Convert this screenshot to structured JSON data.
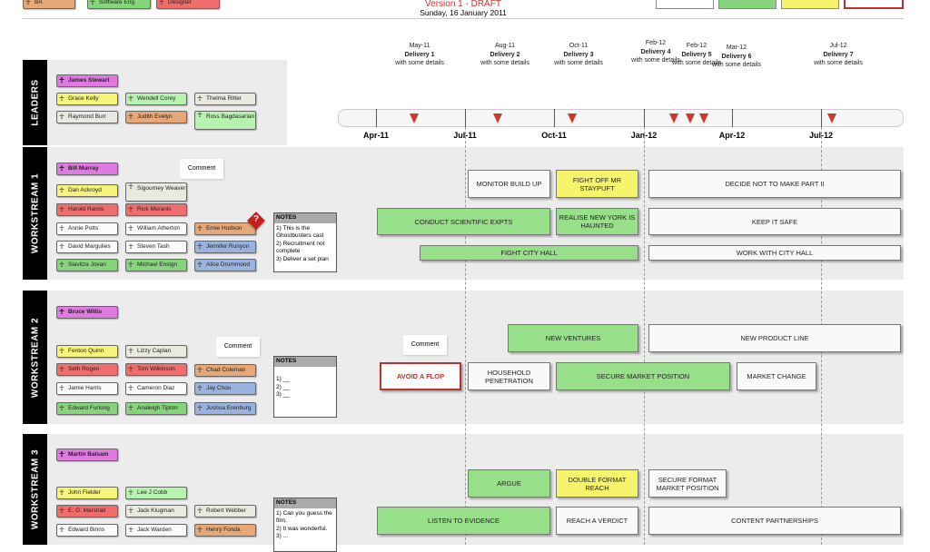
{
  "legend": [
    {
      "label": "BA",
      "color": "#e6a876"
    },
    {
      "label": "Software Eng",
      "color": "#86d47c"
    },
    {
      "label": "Designer",
      "color": "#ef6d6d"
    }
  ],
  "header": {
    "title": "Version 1 - DRAFT",
    "date": "Sunday, 16 January 2011"
  },
  "timeline": {
    "ticks": [
      "Apr-11",
      "Jul-11",
      "Oct-11",
      "Jan-12",
      "Apr-12",
      "Jul-12"
    ],
    "deliveries": [
      {
        "date": "May-11",
        "name": "Delivery 1",
        "detail": "with some details"
      },
      {
        "date": "Aug-11",
        "name": "Delivery 2",
        "detail": "with some details"
      },
      {
        "date": "Oct-11",
        "name": "Delivery 3",
        "detail": "with some details"
      },
      {
        "date": "Feb-12",
        "name": "Delivery 4",
        "detail": "with some details"
      },
      {
        "date": "Feb-12",
        "name": "Delivery 5",
        "detail": "with some details"
      },
      {
        "date": "Mar-12",
        "name": "Delivery 6",
        "detail": "with some details"
      },
      {
        "date": "Jul-12",
        "name": "Delivery 7",
        "detail": "with some details"
      }
    ]
  },
  "sections": [
    "LEADERS",
    "WORKSTREAM 1",
    "WORKSTREAM 2",
    "WORKSTREAM 3"
  ],
  "people": [
    {
      "name": "James Stewart",
      "role": "pink"
    },
    {
      "name": "Grace Kelly",
      "role": "yellow"
    },
    {
      "name": "Wendell Corey",
      "role": "lgreen"
    },
    {
      "name": "Thelma Ritter",
      "role": "grey"
    },
    {
      "name": "Raymond Burr",
      "role": "grey"
    },
    {
      "name": "Judith Evelyn",
      "role": "orange"
    },
    {
      "name": "Ross Bagdasarian",
      "role": "lgreen"
    },
    {
      "name": "Bill Murray",
      "role": "pink"
    },
    {
      "name": "Dan Ackroyd",
      "role": "yellow"
    },
    {
      "name": "Sigourney Weaver",
      "role": "grey"
    },
    {
      "name": "Harold Ramis",
      "role": "red"
    },
    {
      "name": "Rick Moranis",
      "role": "red"
    },
    {
      "name": "Annie Potts",
      "role": "white"
    },
    {
      "name": "William Atherton",
      "role": "white"
    },
    {
      "name": "Ernie Hudson",
      "role": "orange"
    },
    {
      "name": "David Margulies",
      "role": "white"
    },
    {
      "name": "Steven Tash",
      "role": "white"
    },
    {
      "name": "Jennifer Runyon",
      "role": "blue"
    },
    {
      "name": "Slavitza Jovan",
      "role": "green"
    },
    {
      "name": "Michael Ensign",
      "role": "green"
    },
    {
      "name": "Alice Drummond",
      "role": "blue"
    },
    {
      "name": "Bruce Willis",
      "role": "pink"
    },
    {
      "name": "Fenton Quinn",
      "role": "yellow"
    },
    {
      "name": "Lizzy Caplan",
      "role": "grey"
    },
    {
      "name": "Seth Rogen",
      "role": "red"
    },
    {
      "name": "Tom Wilkinson",
      "role": "red"
    },
    {
      "name": "Chad Coleman",
      "role": "orange"
    },
    {
      "name": "Jamie Harris",
      "role": "white"
    },
    {
      "name": "Cameron Diaz",
      "role": "white"
    },
    {
      "name": "Jay Chou",
      "role": "blue"
    },
    {
      "name": "Edward Furlong",
      "role": "green"
    },
    {
      "name": "Analeigh Tipton",
      "role": "green"
    },
    {
      "name": "Joshua Erenburg",
      "role": "blue"
    },
    {
      "name": "Martin Balsam",
      "role": "pink"
    },
    {
      "name": "John Fielder",
      "role": "yellow"
    },
    {
      "name": "Lee J Cobb",
      "role": "lgreen"
    },
    {
      "name": "E. G. Marshall",
      "role": "red"
    },
    {
      "name": "Jack Klugman",
      "role": "grey"
    },
    {
      "name": "Robert Webber",
      "role": "grey"
    },
    {
      "name": "Edward Binns",
      "role": "white"
    },
    {
      "name": "Jack Warden",
      "role": "white"
    },
    {
      "name": "Henry Fonda",
      "role": "orange"
    }
  ],
  "tasks": [
    {
      "label": "MONITOR BUILD UP",
      "style": "white"
    },
    {
      "label": "FIGHT OFF MR STAYPUFT",
      "style": "yellow"
    },
    {
      "label": "DECIDE NOT TO MAKE PART II",
      "style": "white"
    },
    {
      "label": "CONDUCT SCIENTIFIC EXPTS",
      "style": "green"
    },
    {
      "label": "REALISE NEW YORK IS HAUNTED",
      "style": "green"
    },
    {
      "label": "KEEP IT SAFE",
      "style": "white"
    },
    {
      "label": "FIGHT CITY HALL",
      "style": "green"
    },
    {
      "label": "WORK WITH CITY HALL",
      "style": "white"
    },
    {
      "label": "NEW VENTURES",
      "style": "green"
    },
    {
      "label": "NEW PRODUCT LINE",
      "style": "white"
    },
    {
      "label": "AVOID A FLOP",
      "style": "flop"
    },
    {
      "label": "HOUSEHOLD PENETRATION",
      "style": "white"
    },
    {
      "label": "SECURE MARKET POSITION",
      "style": "green"
    },
    {
      "label": "MARKET CHANGE",
      "style": "white"
    },
    {
      "label": "ARGUE",
      "style": "green"
    },
    {
      "label": "DOUBLE FORMAT REACH",
      "style": "yellow"
    },
    {
      "label": "SECURE FORMAT MARKET POSITION",
      "style": "white"
    },
    {
      "label": "LISTEN TO EVIDENCE",
      "style": "green"
    },
    {
      "label": "REACH A VERDICT",
      "style": "white"
    },
    {
      "label": "CONTENT PARTNERSHIPS",
      "style": "white"
    }
  ],
  "notes": [
    {
      "title": "NOTES",
      "body": "1) This is the Ghostbusters cast\n2) Recruitment not complete\n3) Deliver a set plan"
    },
    {
      "title": "NOTES",
      "body": "\n1) __\n2) __\n3) __"
    },
    {
      "title": "NOTES",
      "body": "1) Can you guess the film.\n2) It was wonderful.\n3) ..."
    }
  ],
  "comments": [
    "Comment",
    "Comment",
    "Comment"
  ],
  "question_mark": "?"
}
